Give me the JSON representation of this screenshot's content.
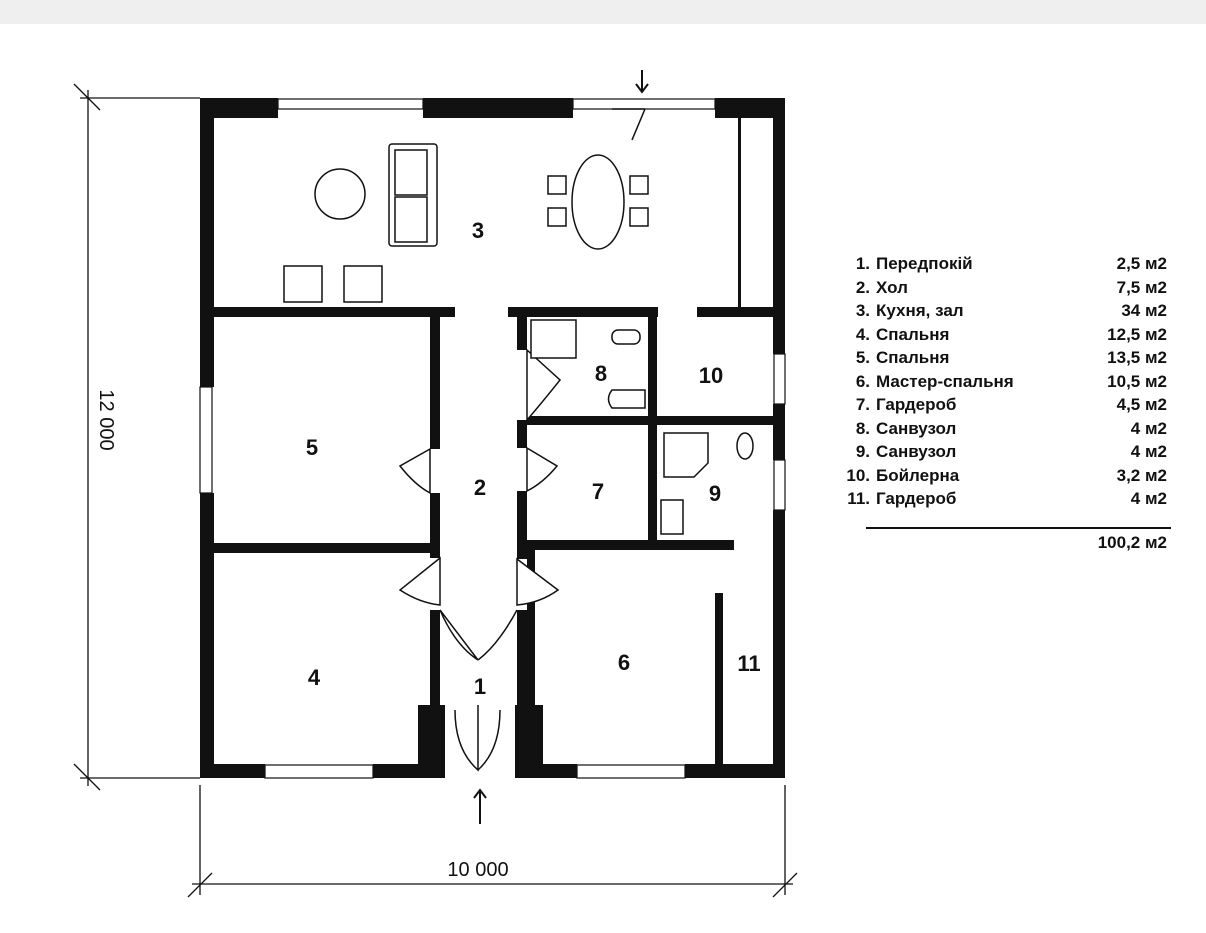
{
  "plan": {
    "dimensions": {
      "width": "10 000",
      "height": "12 000"
    },
    "room_labels": [
      "1",
      "2",
      "3",
      "4",
      "5",
      "6",
      "7",
      "8",
      "9",
      "10",
      "11"
    ]
  },
  "legend": {
    "rooms": [
      {
        "num": "1.",
        "name": "Передпокій",
        "area": "2,5 м2"
      },
      {
        "num": "2.",
        "name": "Хол",
        "area": "7,5 м2"
      },
      {
        "num": "3.",
        "name": "Кухня, зал",
        "area": "34 м2"
      },
      {
        "num": "4.",
        "name": "Спальня",
        "area": "12,5 м2"
      },
      {
        "num": "5.",
        "name": "Спальня",
        "area": "13,5 м2"
      },
      {
        "num": "6.",
        "name": "Мастер-спальня",
        "area": "10,5 м2"
      },
      {
        "num": "7.",
        "name": "Гардероб",
        "area": "4,5 м2"
      },
      {
        "num": "8.",
        "name": "Санвузол",
        "area": "4 м2"
      },
      {
        "num": "9.",
        "name": "Санвузол",
        "area": "4 м2"
      },
      {
        "num": "10.",
        "name": "Бойлерна",
        "area": "3,2 м2"
      },
      {
        "num": "11.",
        "name": "Гардероб",
        "area": "4 м2"
      }
    ],
    "total": "100,2 м2"
  }
}
